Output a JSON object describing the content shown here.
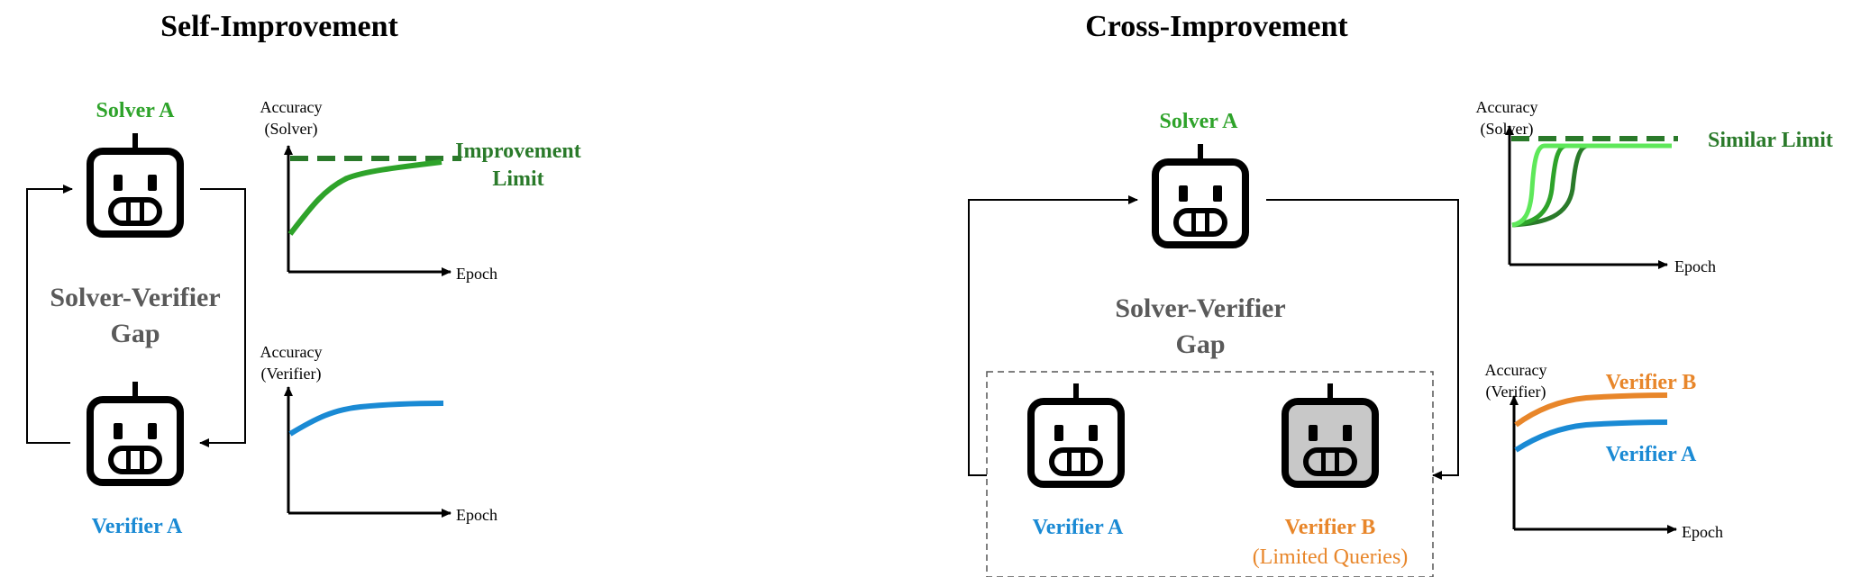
{
  "panels": {
    "self": {
      "title": "Self-Improvement",
      "solver_label": "Solver A",
      "verifier_label": "Verifier A",
      "gap_line1": "Solver-Verifier",
      "gap_line2": "Gap",
      "solver_chart": {
        "y_label_1": "Accuracy",
        "y_label_2": "(Solver)",
        "x_label": "Epoch",
        "limit_label_1": "Improvement",
        "limit_label_2": "Limit"
      },
      "verifier_chart": {
        "y_label_1": "Accuracy",
        "y_label_2": "(Verifier)",
        "x_label": "Epoch"
      }
    },
    "cross": {
      "title": "Cross-Improvement",
      "solver_label": "Solver A",
      "gap_line1": "Solver-Verifier",
      "gap_line2": "Gap",
      "verifier_a_label": "Verifier A",
      "verifier_b_label": "Verifier B",
      "verifier_b_note": "(Limited Queries)",
      "solver_chart": {
        "y_label_1": "Accuracy",
        "y_label_2": "(Solver)",
        "x_label": "Epoch",
        "limit_label": "Similar Limit"
      },
      "verifier_chart": {
        "y_label_1": "Accuracy",
        "y_label_2": "(Verifier)",
        "x_label": "Epoch",
        "series_top": "Verifier B",
        "series_bottom": "Verifier A"
      }
    }
  },
  "colors": {
    "green": "#2ea32a",
    "dark_green": "#2a7a2a",
    "blue": "#1a8ad4",
    "orange": "#e8862a",
    "gray_text": "#5a5a5a"
  }
}
